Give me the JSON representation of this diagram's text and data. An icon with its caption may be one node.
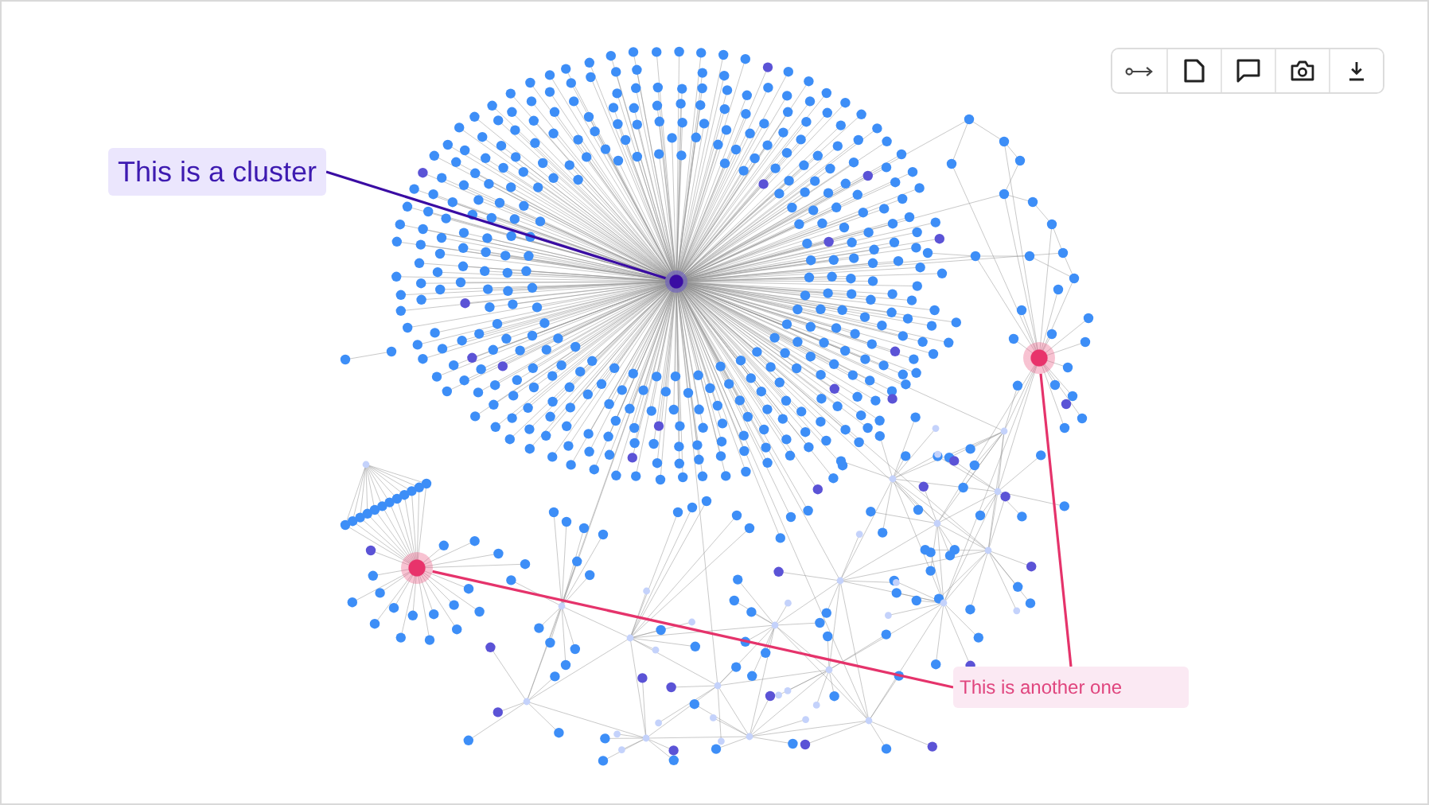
{
  "diagram": {
    "nodes": [
      {
        "text": [
          "This is a cluster"
        ]
      },
      {
        "text": [],
        "shape": "circle"
      },
      {
        "text": [],
        "shape": "circle"
      },
      {
        "text": [],
        "shape": "circle"
      },
      {
        "text": [
          "This is another one"
        ]
      }
    ],
    "edges": [
      {
        "from": 0,
        "to": 1,
        "arrow": "none",
        "color": "#3a0ca3"
      },
      {
        "from": 4,
        "to": 2,
        "arrow": "none"
      },
      {
        "from": 4,
        "to": 3,
        "arrow": "none"
      }
    ]
  }
}
